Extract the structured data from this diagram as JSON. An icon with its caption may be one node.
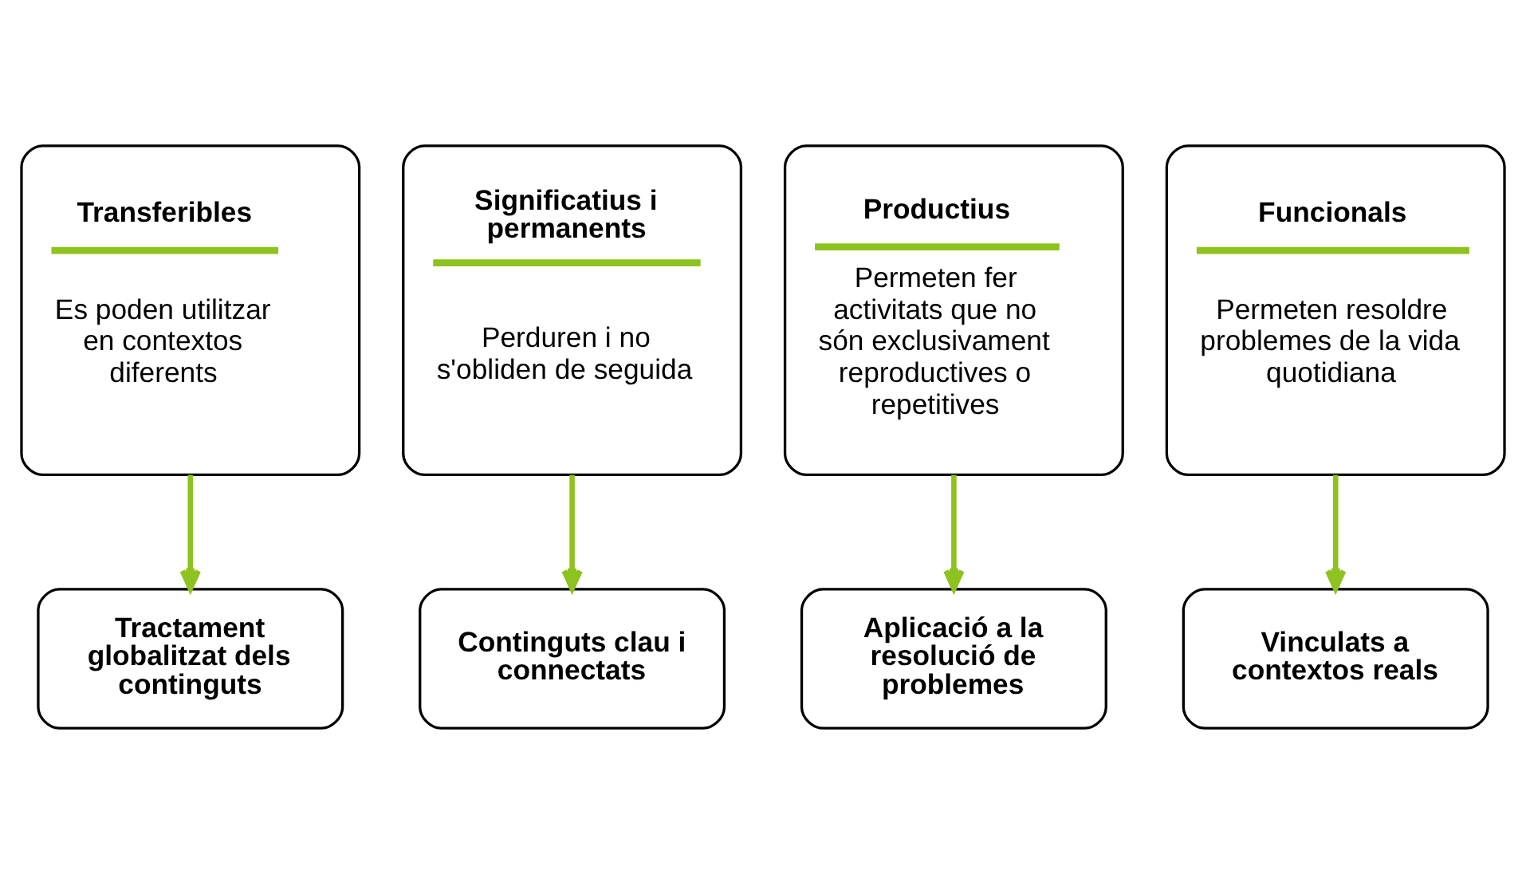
{
  "diagram": {
    "nodes": [
      {
        "text": [
          "Transferibles",
          "Es poden utilitzar en contextos diferents"
        ]
      },
      {
        "text": [
          "Significatius i permanents",
          "Perduren i no s'obliden de seguida"
        ]
      },
      {
        "text": [
          "Productius",
          "Permeten fer activitats que no són exclusivament reproductives o repetitives"
        ]
      },
      {
        "text": [
          "Funcionals",
          "Permeten resoldre problemes de la vida quotidiana"
        ]
      },
      {
        "text": [
          "Tractament globalitzat dels continguts"
        ]
      },
      {
        "text": [
          "Continguts clau i connectats"
        ]
      },
      {
        "text": [
          "Aplicació a la resolució de problemes"
        ]
      },
      {
        "text": [
          "Vinculats a contextos reals"
        ]
      }
    ],
    "edges": [
      {
        "from": 0,
        "to": 4,
        "arrow": "to"
      },
      {
        "from": 1,
        "to": 5,
        "arrow": "to"
      },
      {
        "from": 2,
        "to": 6,
        "arrow": "to"
      },
      {
        "from": 3,
        "to": 7,
        "arrow": "to"
      }
    ]
  }
}
